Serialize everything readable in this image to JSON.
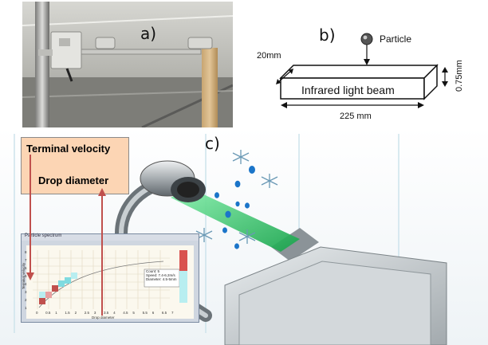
{
  "panels": {
    "a": {
      "letter": "a)"
    },
    "b": {
      "letter": "b)",
      "particle_label": "Particle",
      "beam_label": "Infrared light beam",
      "width_dim": "20mm",
      "length_dim": "225 mm",
      "height_dim": "0.75mm"
    },
    "c": {
      "letter": "c)",
      "annotation_velocity": "Terminal velocity",
      "annotation_diameter": "Drop diameter",
      "arrow_color": "#c0504d",
      "beam_color": "#22c55e"
    }
  },
  "spectrum_window": {
    "title": "Particle spectrum",
    "info_lines": [
      "Count: 5",
      "Speed: 7.4-6.2m/s",
      "Diameter: 4.5-5mm"
    ],
    "x_ticks": [
      "0",
      "0.5",
      "1",
      "1.5",
      "2",
      "2.5",
      "3",
      "3.5",
      "4",
      "4.5",
      "5",
      "5.5",
      "6",
      "6.5",
      "7"
    ],
    "y_ticks": [
      "1",
      "2",
      "3",
      "4",
      "5",
      "6",
      "7",
      "8"
    ],
    "x_label": "Drop diameter",
    "y_label": "Terminal velocity"
  }
}
